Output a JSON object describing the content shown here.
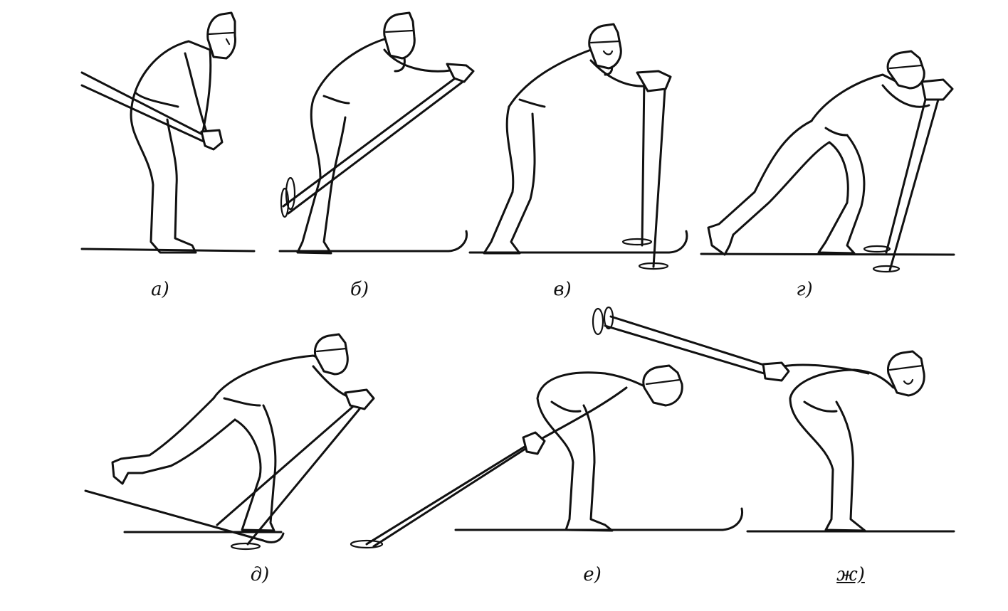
{
  "figure": {
    "panels": [
      {
        "id": "a",
        "label": "а)"
      },
      {
        "id": "b",
        "label": "б)"
      },
      {
        "id": "v",
        "label": "в)"
      },
      {
        "id": "g",
        "label": "г)"
      },
      {
        "id": "d",
        "label": "д)"
      },
      {
        "id": "e",
        "label": "е)"
      },
      {
        "id": "zh",
        "label": "ж)"
      }
    ]
  }
}
